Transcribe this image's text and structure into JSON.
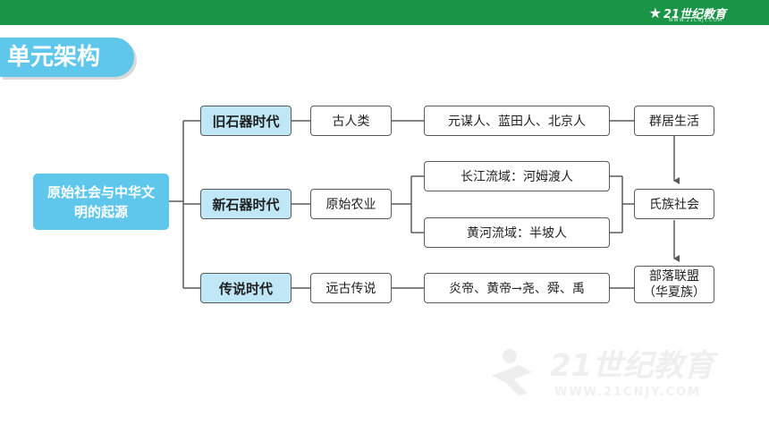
{
  "header": {
    "logo_text": "21世纪教育",
    "logo_sub": "WWW.21CNJY.COM",
    "bar_color": "#1a9447"
  },
  "title": {
    "text": "单元架构",
    "color": "#5fc6ec"
  },
  "diagram": {
    "root": "原始社会与中华文明的起源",
    "eras": [
      {
        "label": "旧石器时代",
        "stage": "古人类",
        "detail": "元谋人、蓝田人、北京人",
        "result": "群居生活"
      },
      {
        "label": "新石器时代",
        "stage": "原始农业",
        "details": [
          "长江流域：河姆渡人",
          "黄河流域：半坡人"
        ],
        "result": "氏族社会"
      },
      {
        "label": "传说时代",
        "stage": "远古传说",
        "detail": "炎帝、黄帝→尧、舜、禹",
        "result_line1": "部落联盟",
        "result_line2": "（华夏族）"
      }
    ]
  },
  "watermark": {
    "text": "21世纪教育",
    "sub": "WWW.21CNJY.COM"
  }
}
